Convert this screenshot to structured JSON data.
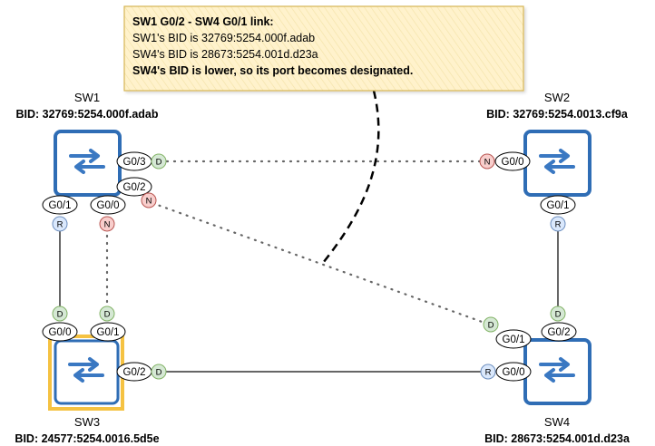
{
  "note": {
    "title": "SW1 G0/2 - SW4 G0/1 link:",
    "line1": "SW1's BID is 32769:5254.000f.adab",
    "line2": "SW4's BID is 28673:5254.001d.d23a",
    "line3": "SW4's BID is lower, so its port becomes designated."
  },
  "switches": {
    "sw1": {
      "name": "SW1",
      "bid": "BID: 32769:5254.000f.adab"
    },
    "sw2": {
      "name": "SW2",
      "bid": "BID: 32769:5254.0013.cf9a"
    },
    "sw3": {
      "name": "SW3",
      "bid": "BID: 24577:5254.0016.5d5e"
    },
    "sw4": {
      "name": "SW4",
      "bid": "BID: 28673:5254.001d.d23a"
    }
  },
  "ports": {
    "sw1_g03": "G0/3",
    "sw1_g02": "G0/2",
    "sw1_g01": "G0/1",
    "sw1_g00": "G0/0",
    "sw2_g00": "G0/0",
    "sw2_g01": "G0/1",
    "sw3_g00": "G0/0",
    "sw3_g01": "G0/1",
    "sw3_g02": "G0/2",
    "sw4_g01": "G0/1",
    "sw4_g02": "G0/2",
    "sw4_g00": "G0/0"
  },
  "port_roles": {
    "sw1_g03": "D",
    "sw1_g02": "N",
    "sw1_g01": "R",
    "sw1_g00": "N",
    "sw2_g00": "N",
    "sw2_g01": "R",
    "sw3_g00": "D",
    "sw3_g01": "D",
    "sw3_g02": "D",
    "sw4_g01": "D",
    "sw4_g02": "D",
    "sw4_g00": "R"
  },
  "colors": {
    "switch_border": "#2f6db5",
    "switch_arrows": "#3a78c2",
    "root_bridge_highlight": "#f5c242",
    "designated_fill": "#d5e8d4",
    "designated_stroke": "#82b366",
    "root_fill": "#dae8fc",
    "root_stroke": "#6c8ebf",
    "nondesignated_fill": "#f8cecc",
    "nondesignated_stroke": "#b85450",
    "note_fill": "#fff2cc",
    "note_stroke": "#d6b656"
  }
}
